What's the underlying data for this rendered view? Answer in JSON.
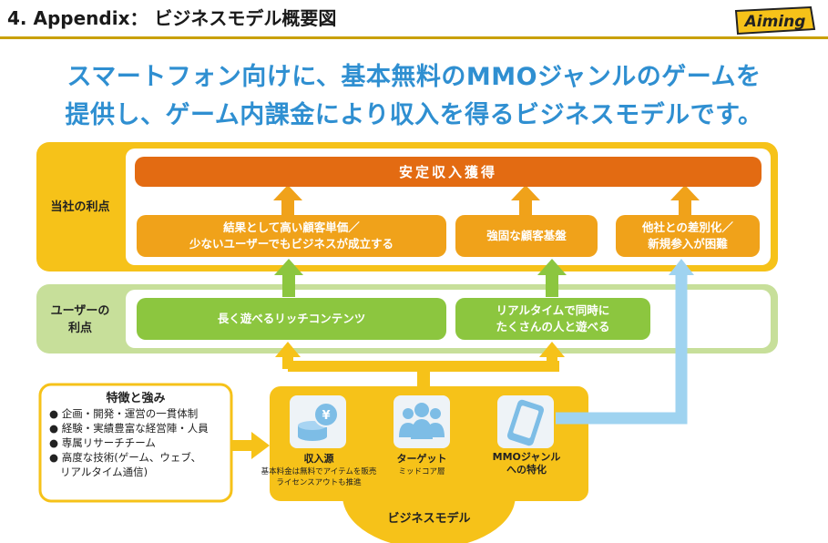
{
  "header": {
    "title": "4. Appendix：  ビジネスモデル概要図",
    "logo_text": "Aiming"
  },
  "headline": {
    "line1": "スマートフォン向けに、基本無料のMMOジャンルのゲームを",
    "line2": "提供し、ゲーム内課金により収入を得るビジネスモデルです。"
  },
  "company_band": {
    "label": [
      "当社の利点"
    ],
    "top_bar": "安定収入獲得",
    "boxes": [
      [
        "結果として高い顧客単価／",
        "少ないユーザーでもビジネスが成立する"
      ],
      [
        "強固な顧客基盤"
      ],
      [
        "他社との差別化／",
        "新規参入が困難"
      ]
    ]
  },
  "user_band": {
    "label": [
      "ユーザーの",
      "利点"
    ],
    "boxes": [
      [
        "長く遊べるリッチコンテンツ"
      ],
      [
        "リアルタイムで同時に",
        "たくさんの人と遊べる"
      ]
    ]
  },
  "features": {
    "title": "特徴と強み",
    "items": [
      "企画・開発・運営の一貫体制",
      "経験・実績豊富な経営陣・人員",
      "専属リサーチチーム",
      "高度な技術(ゲーム、ウェブ、",
      "リアルタイム通信)"
    ]
  },
  "business_model": {
    "label": "ビジネスモデル",
    "items": [
      {
        "icon": "coin-stack-icon",
        "title": "収入源",
        "sub": [
          "基本料金は無料でアイテムを販売",
          "ライセンスアウトも推進"
        ]
      },
      {
        "icon": "people-icon",
        "title": "ターゲット",
        "sub": [
          "ミッドコア層"
        ]
      },
      {
        "icon": "smartphone-icon",
        "title": "MMOジャンル\nへの特化",
        "sub": []
      }
    ]
  },
  "colors": {
    "orange": "#f0a21a",
    "dark_orange": "#e36b12",
    "yellow": "#f6c219",
    "green": "#8cc63f",
    "light_green": "#c7df9a",
    "light_blue": "#9fd3f0",
    "headline_blue": "#2f8fd1"
  }
}
